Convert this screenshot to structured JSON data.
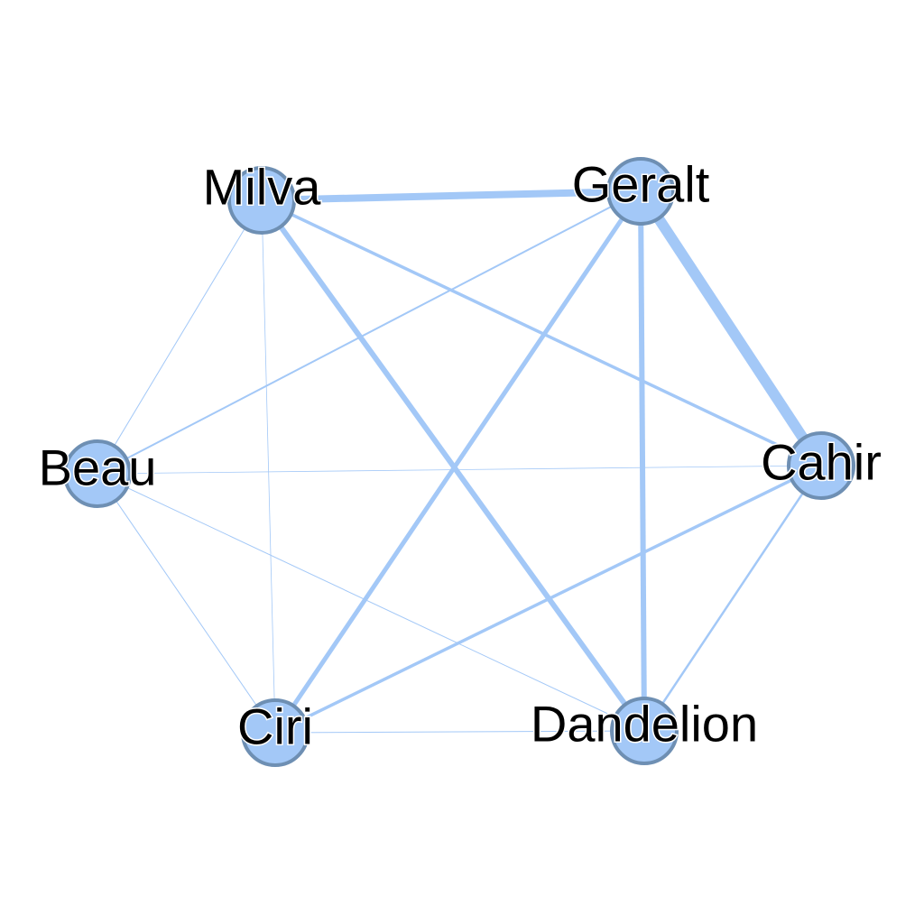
{
  "graph": {
    "node_color": "#a3c8f7",
    "node_border_color": "#6e8fb3",
    "edge_color": "#a3c8f7",
    "nodes": [
      {
        "id": "milva",
        "label": "Milva"
      },
      {
        "id": "geralt",
        "label": "Geralt"
      },
      {
        "id": "beau",
        "label": "Beau"
      },
      {
        "id": "cahir",
        "label": "Cahir"
      },
      {
        "id": "ciri",
        "label": "Ciri"
      },
      {
        "id": "dandelion",
        "label": "Dandelion"
      }
    ],
    "edges": [
      {
        "source": "milva",
        "target": "geralt",
        "weight": 8
      },
      {
        "source": "geralt",
        "target": "cahir",
        "weight": 12
      },
      {
        "source": "geralt",
        "target": "ciri",
        "weight": 5
      },
      {
        "source": "geralt",
        "target": "dandelion",
        "weight": 6
      },
      {
        "source": "geralt",
        "target": "beau",
        "weight": 2
      },
      {
        "source": "milva",
        "target": "dandelion",
        "weight": 6
      },
      {
        "source": "milva",
        "target": "cahir",
        "weight": 3.5
      },
      {
        "source": "milva",
        "target": "beau",
        "weight": 1
      },
      {
        "source": "milva",
        "target": "ciri",
        "weight": 0.8
      },
      {
        "source": "cahir",
        "target": "ciri",
        "weight": 3.5
      },
      {
        "source": "cahir",
        "target": "dandelion",
        "weight": 2.5
      },
      {
        "source": "cahir",
        "target": "beau",
        "weight": 0.8
      },
      {
        "source": "beau",
        "target": "ciri",
        "weight": 1
      },
      {
        "source": "beau",
        "target": "dandelion",
        "weight": 1
      },
      {
        "source": "ciri",
        "target": "dandelion",
        "weight": 1
      }
    ]
  }
}
